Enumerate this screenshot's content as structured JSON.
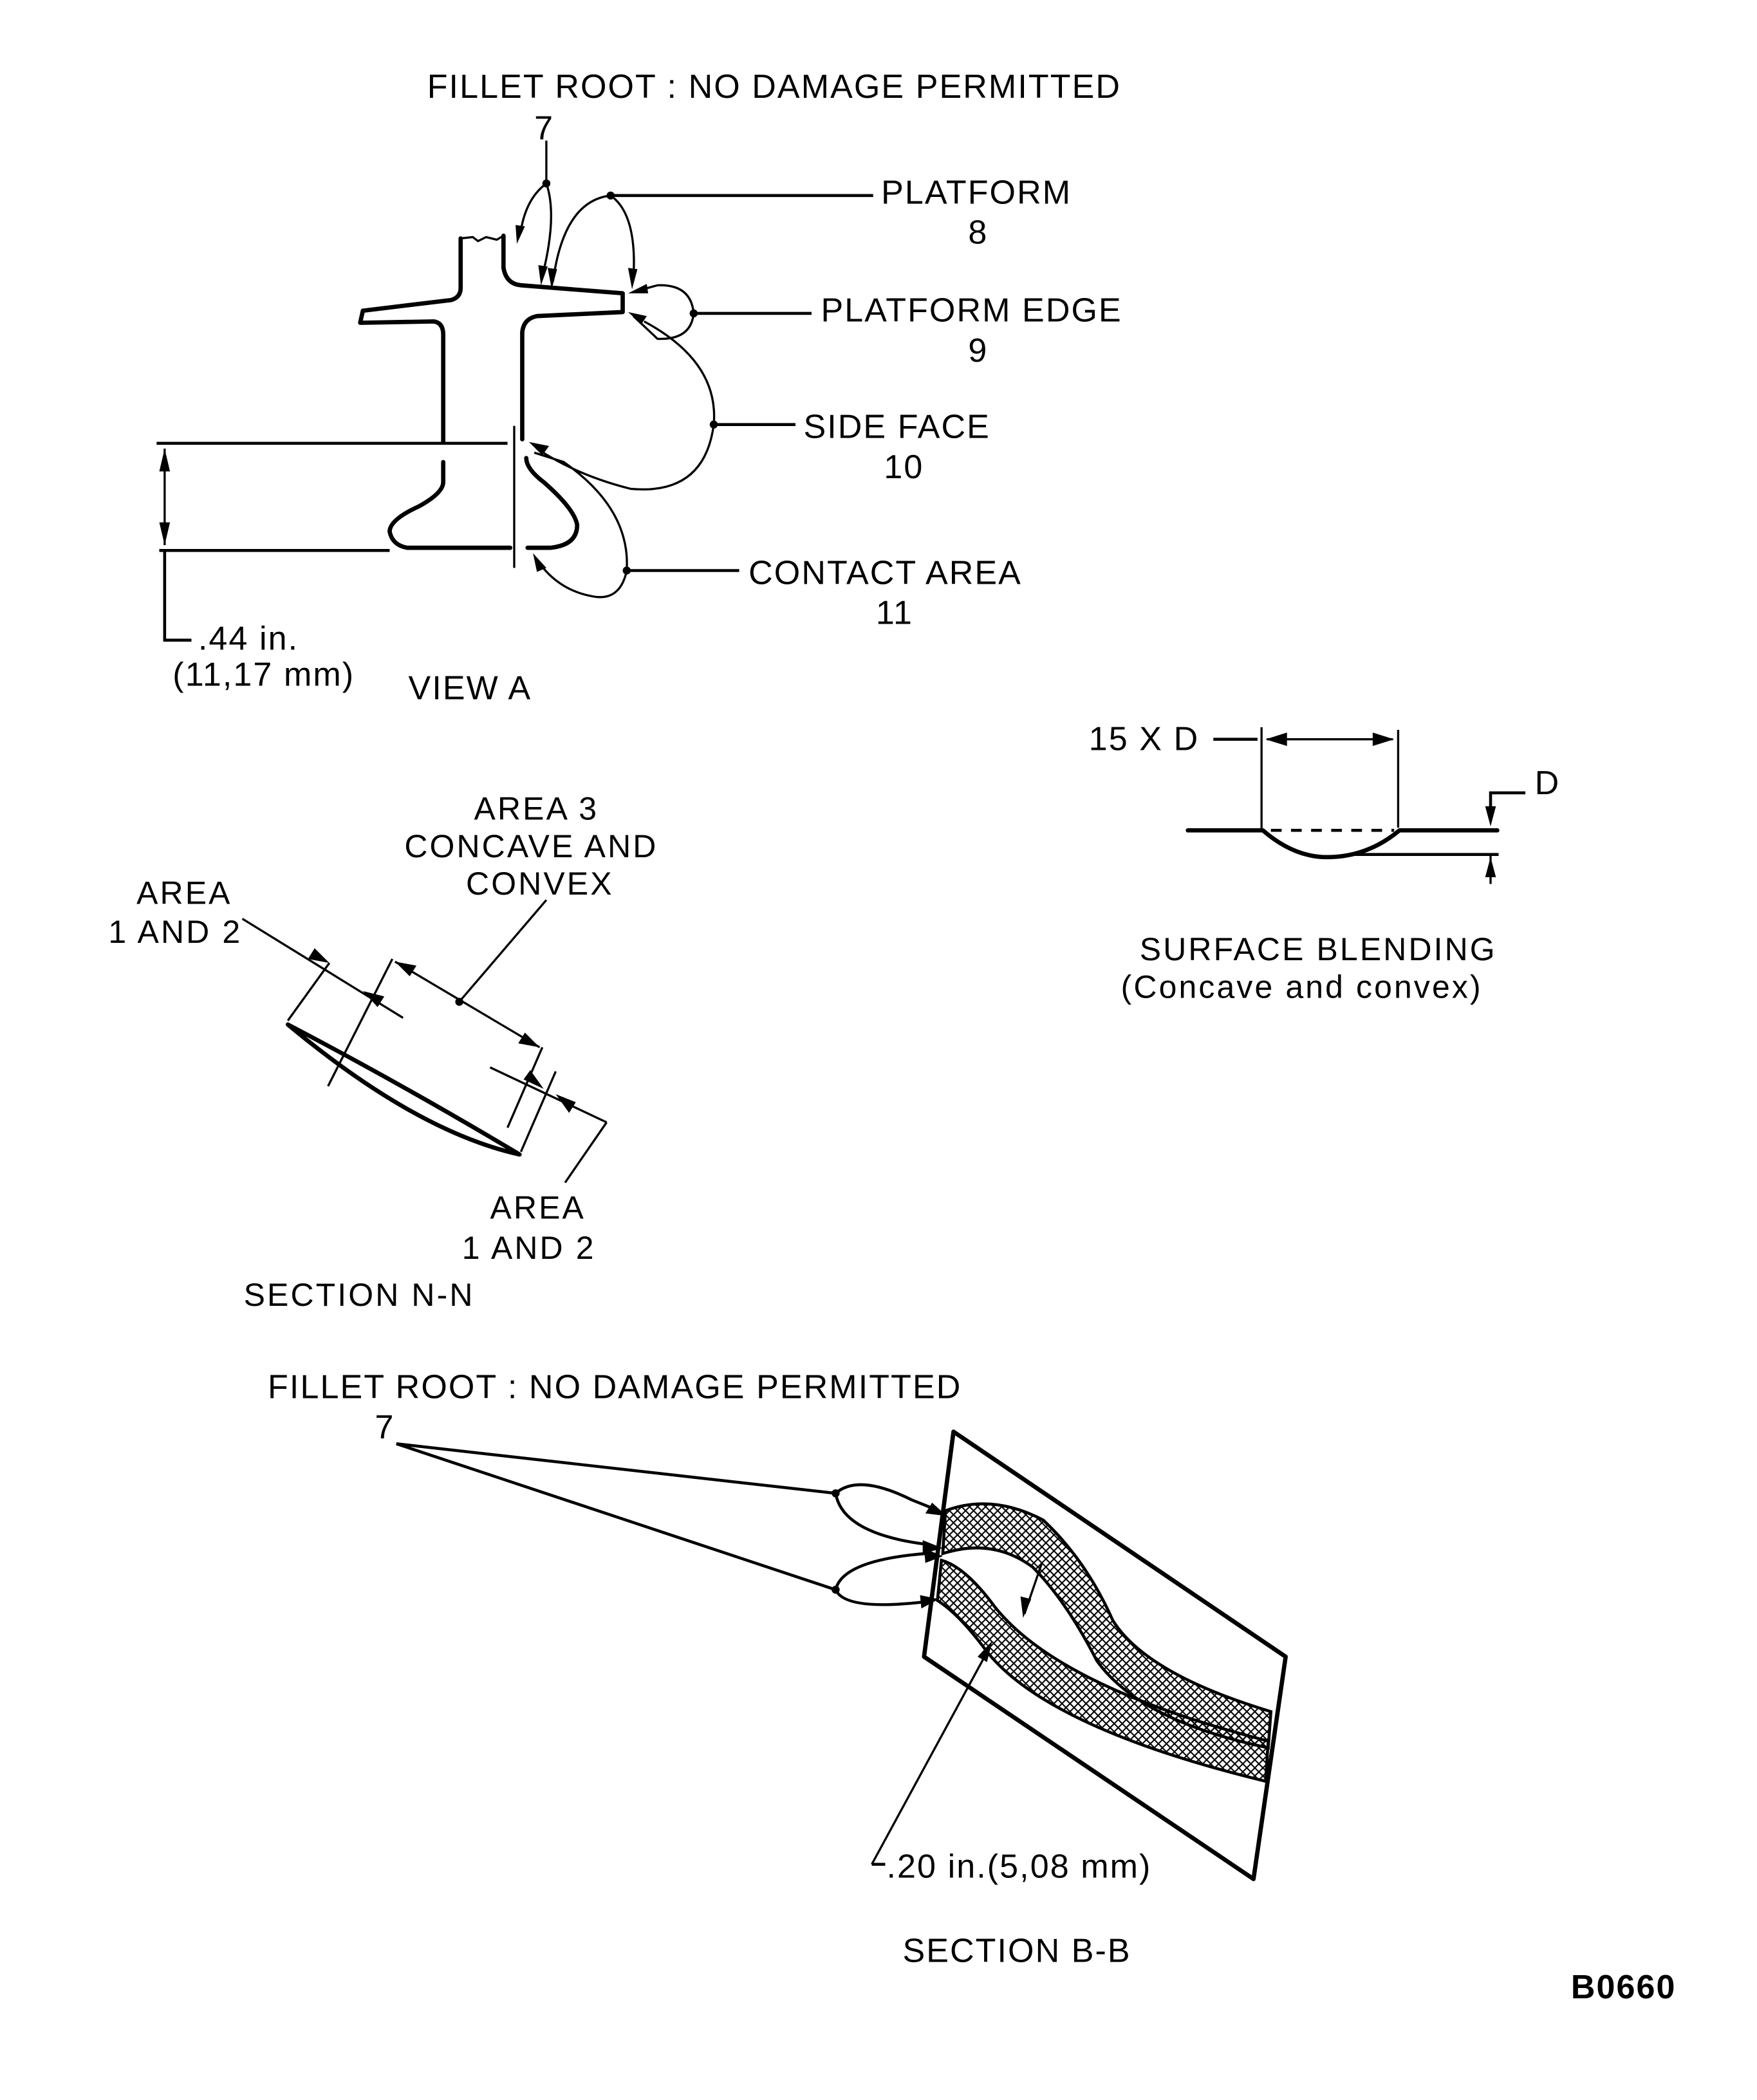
{
  "view_a": {
    "fillet_label": "FILLET ROOT : NO DAMAGE PERMITTED",
    "fillet_number": "7",
    "platform_label": "PLATFORM",
    "platform_number": "8",
    "platform_edge_label": "PLATFORM EDGE",
    "platform_edge_number": "9",
    "side_face_label": "SIDE FACE",
    "side_face_number": "10",
    "contact_area_label": "CONTACT AREA",
    "contact_area_number": "11",
    "dimension_in": ".44 in.",
    "dimension_mm": "(11,17 mm)",
    "title": "VIEW A"
  },
  "surface_blending": {
    "width_label": "15 X D",
    "depth_label": "D",
    "title": "SURFACE BLENDING",
    "subtitle": "(Concave and convex)"
  },
  "section_nn": {
    "area3_line1": "AREA 3",
    "area3_line2": "CONCAVE AND",
    "area3_line3": "CONVEX",
    "area12_left_line1": "AREA",
    "area12_left_line2": "1 AND 2",
    "area12_right_line1": "AREA",
    "area12_right_line2": "1 AND 2",
    "title": "SECTION N-N"
  },
  "section_bb": {
    "fillet_label": "FILLET ROOT : NO DAMAGE PERMITTED",
    "fillet_number": "7",
    "dimension": ".20 in.(5,08 mm)",
    "title": "SECTION B-B"
  },
  "figure_id": "B0660"
}
